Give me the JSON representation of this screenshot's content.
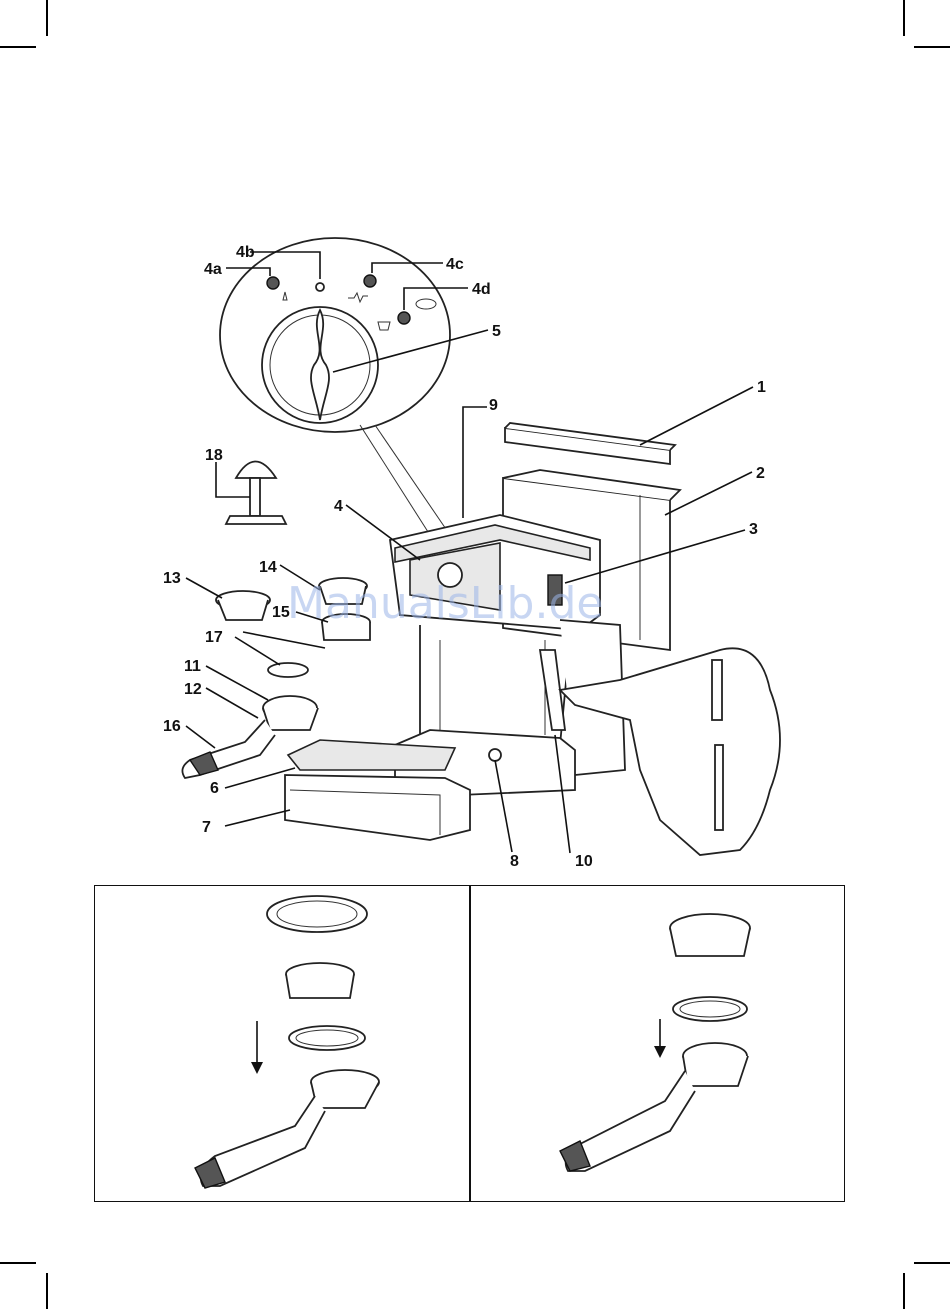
{
  "callouts": {
    "c1": "1",
    "c2": "2",
    "c3": "3",
    "c4": "4",
    "c4a": "4a",
    "c4b": "4b",
    "c4c": "4c",
    "c4d": "4d",
    "c5": "5",
    "c6": "6",
    "c7": "7",
    "c8": "8",
    "c9": "9",
    "c10": "10",
    "c11": "11",
    "c12": "12",
    "c13": "13",
    "c14": "14",
    "c15": "15",
    "c16": "16",
    "c17": "17",
    "c18": "18"
  },
  "watermark": "ManualsLib.de",
  "icons": {
    "crop_marks": "crop-mark",
    "arrow_left_panel": "down-arrow",
    "arrow_right_panel": "down-arrow"
  }
}
